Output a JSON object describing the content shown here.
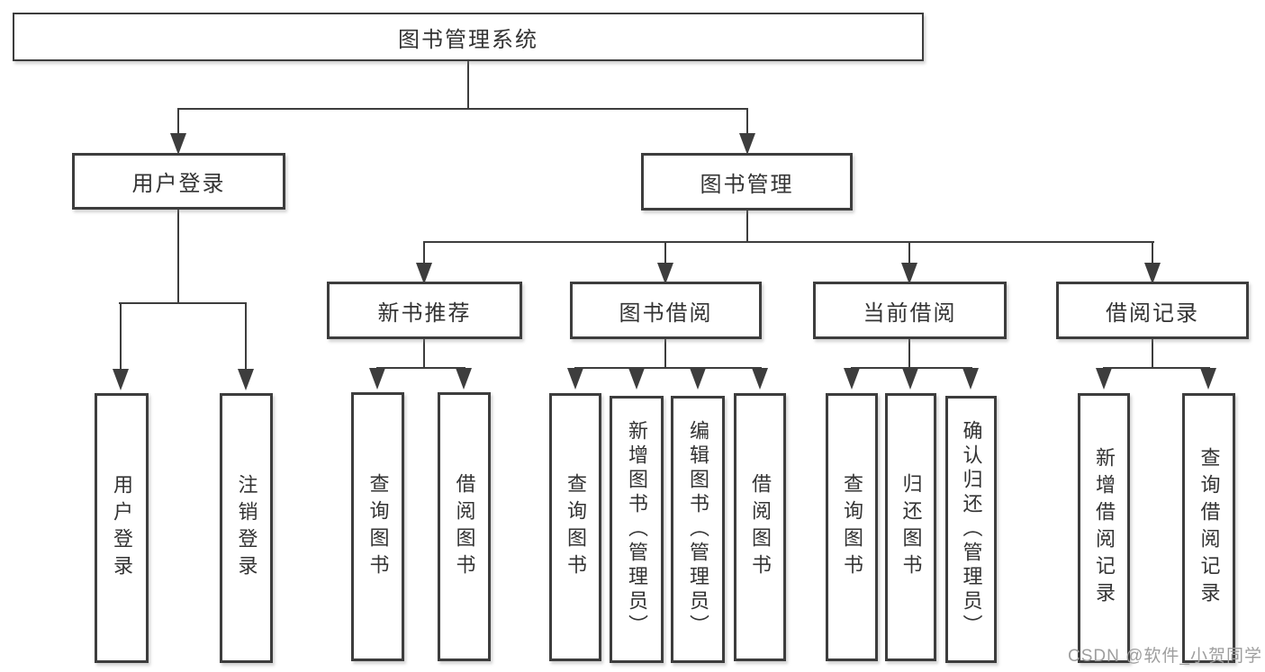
{
  "tree": {
    "root": {
      "label": "图书管理系统"
    },
    "branches": [
      {
        "label": "用户登录",
        "children": [
          "用户登录",
          "注销登录"
        ]
      },
      {
        "label": "图书管理",
        "children": [
          {
            "label": "新书推荐",
            "children": [
              "查询图书",
              "借阅图书"
            ]
          },
          {
            "label": "图书借阅",
            "children": [
              "查询图书",
              "新增图书（管理员）",
              "编辑图书（管理员）",
              "借阅图书"
            ]
          },
          {
            "label": "当前借阅",
            "children": [
              "查询图书",
              "归还图书",
              "确认归还（管理员）"
            ]
          },
          {
            "label": "借阅记录",
            "children": [
              "新增借阅记录",
              "查询借阅记录"
            ]
          }
        ]
      }
    ]
  },
  "watermark": "CSDN @软件_小贺同学",
  "colors": {
    "line": "#3d3d3d",
    "text": "#333333",
    "box-bg": "#ffffff",
    "watermark": "#9e9e9e",
    "background": "#ffffff"
  }
}
